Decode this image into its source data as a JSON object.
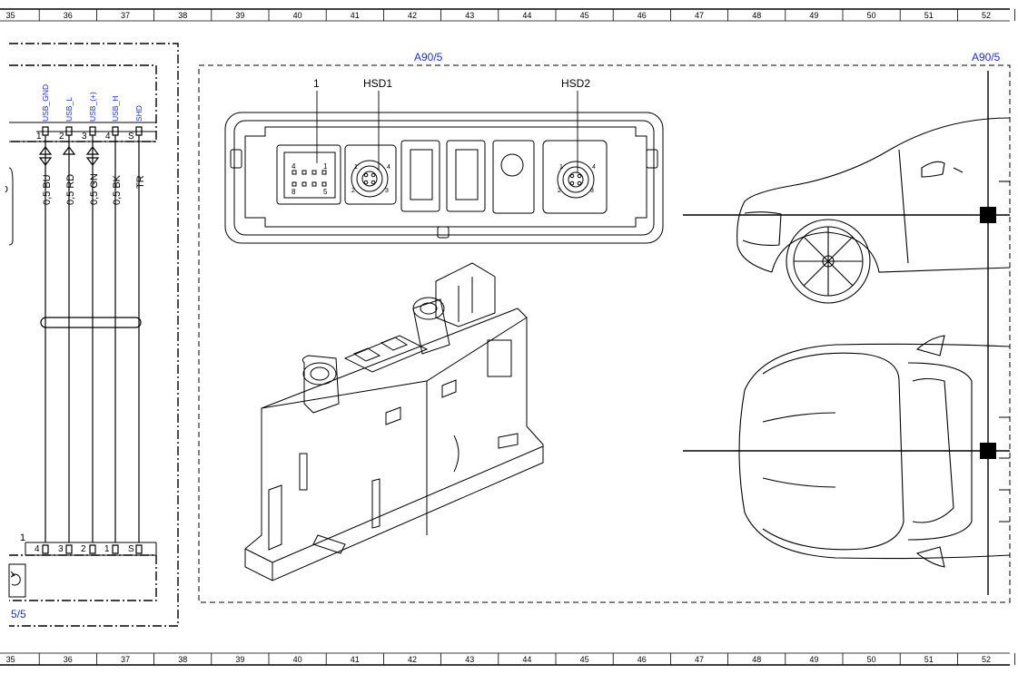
{
  "grid": {
    "columns": [
      "35",
      "36",
      "37",
      "38",
      "39",
      "40",
      "41",
      "42",
      "43",
      "44",
      "45",
      "46",
      "47",
      "48",
      "49",
      "50",
      "51",
      "52"
    ]
  },
  "left_block": {
    "pin_signals": [
      "USB_GND",
      "USB_L",
      "USB_(+)",
      "USB_H",
      "SHD"
    ],
    "pin_numbers_top": [
      "1",
      "2",
      "3",
      "4",
      "S"
    ],
    "wire_labels": [
      "0,5 BU",
      "0,5 RD",
      "0,5 GN",
      "0,5 BK",
      "TR"
    ],
    "pin_numbers_bottom": [
      "4",
      "3",
      "2",
      "1",
      "S"
    ],
    "connector_number": "1",
    "ref_label": "5/5"
  },
  "main_block": {
    "ref_label": "A90/5",
    "ref_label_right": "A90/5",
    "callouts": [
      "1",
      "HSD1",
      "HSD2"
    ],
    "connector_pins": [
      "4",
      "1",
      "8",
      "5"
    ],
    "hsd1_pins": [
      "1",
      "2",
      "3",
      "4"
    ],
    "hsd2_pins": [
      "1",
      "2",
      "3",
      "4"
    ]
  },
  "colors": {
    "label_blue": "#1a2fd0",
    "line": "#000000"
  }
}
